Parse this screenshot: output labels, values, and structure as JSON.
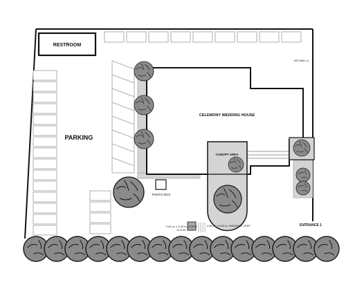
{
  "labels": {
    "restroom": "RESTROOM",
    "parking": "PARKING",
    "house": "CELEMONY WEDDING HOUSE",
    "canopy": "CANOPY AREA",
    "photo_box": "PHOTO BOX",
    "stage": "2.40 m. x 2.40 m. STAGE",
    "stage_height": "H=0.40",
    "tent": "4.00 m. x 6.00 m. WEDDING TENT",
    "entrance": "ENTRANCE 1",
    "corner_note": "(SP-NNK-1)"
  },
  "colors": {
    "tree_fill": "#8a8a8a",
    "tree_outline": "#1a1a1a",
    "path_fill": "#d4d4d4",
    "wall": "#111111"
  },
  "icons": {
    "tree": "tree-icon",
    "shrub": "shrub-icon"
  }
}
